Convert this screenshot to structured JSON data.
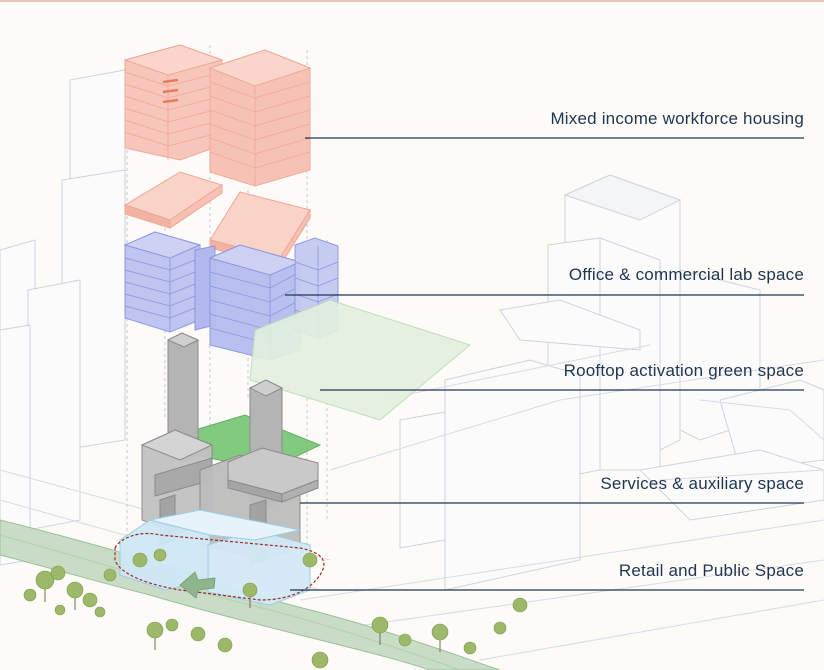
{
  "layers": [
    {
      "id": "housing",
      "label": "Mixed income workforce housing",
      "color": "#f2a08f"
    },
    {
      "id": "office",
      "label": "Office & commercial lab space",
      "color": "#9ea6e6"
    },
    {
      "id": "rooftop",
      "label": "Rooftop activation green space",
      "color": "#6cc26a"
    },
    {
      "id": "services",
      "label": "Services & auxiliary space",
      "color": "#a9a9a9"
    },
    {
      "id": "retail",
      "label": "Retail and Public Space",
      "color": "#a8d6ee"
    }
  ],
  "colors": {
    "leader_line": "#1f3550",
    "context_lines": "#c8cdd8",
    "river": "#9bbf9a",
    "site_boundary": "#9a2a2a",
    "trees": "#8fae5c"
  }
}
